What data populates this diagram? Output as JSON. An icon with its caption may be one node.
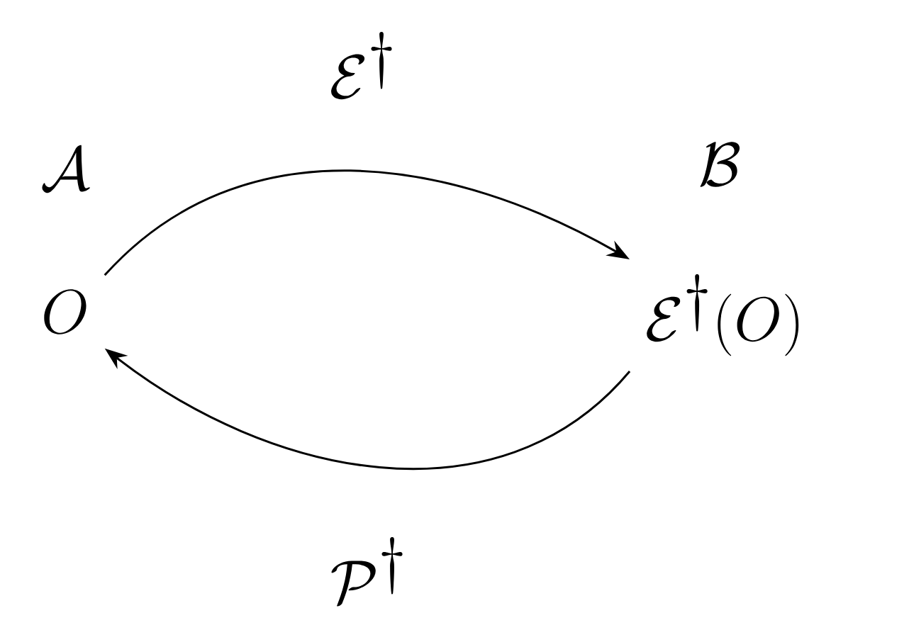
{
  "diagram": {
    "nodes": [
      {
        "text": [
          "O"
        ]
      },
      {
        "text": [
          "\\mathcal{E}^\\dagger(O)"
        ]
      }
    ],
    "edges": [
      {
        "from": 0,
        "to": 1,
        "arrow": "to",
        "label": "\\mathcal{E}^\\dagger"
      },
      {
        "from": 1,
        "to": 0,
        "arrow": "to",
        "label": "\\mathcal{P}^\\dagger"
      }
    ],
    "labels": [
      "\\mathcal{A}",
      "\\mathcal{B}"
    ]
  }
}
